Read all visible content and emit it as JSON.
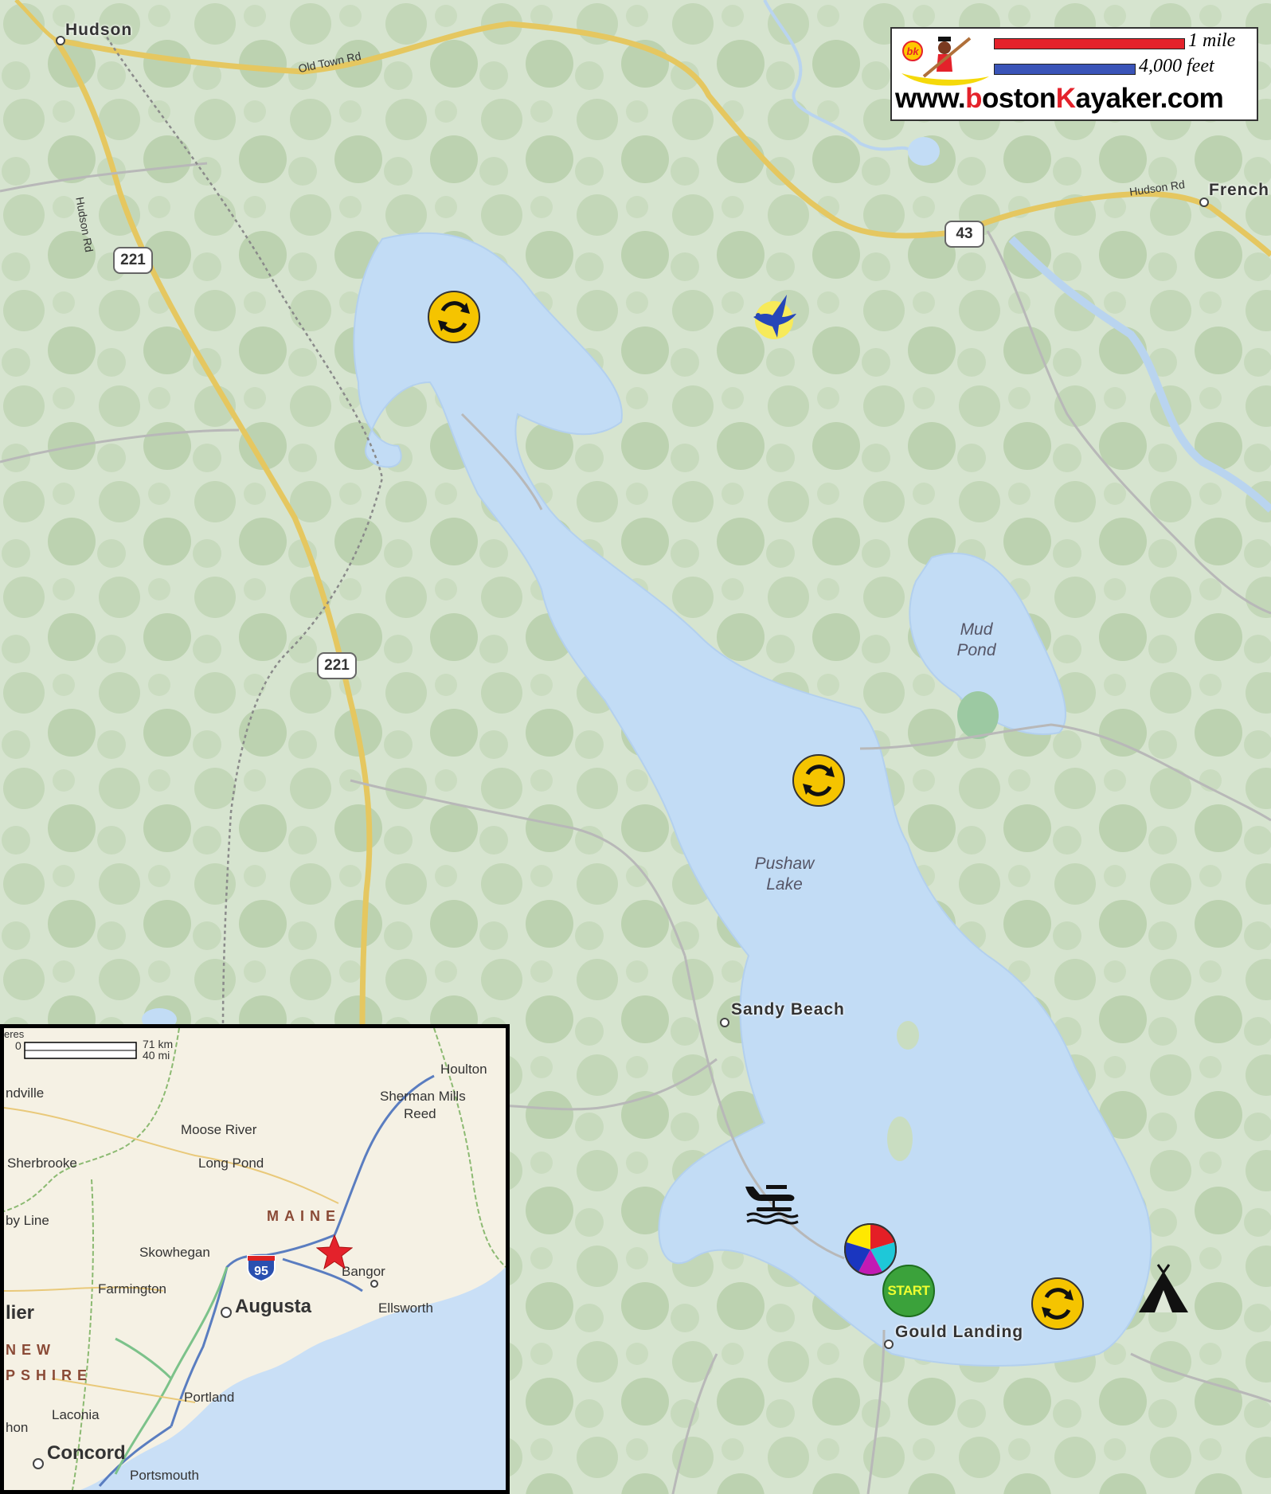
{
  "towns": {
    "hudson": "Hudson",
    "french": "French",
    "sandy_beach": "Sandy Beach",
    "gould_landing": "Gould Landing"
  },
  "roads": {
    "old_town_rd": "Old Town Rd",
    "hudson_rd_vertical": "Hudson Rd",
    "hudson_rd_east": "Hudson Rd",
    "shield_221_a": "221",
    "shield_221_b": "221",
    "shield_43": "43"
  },
  "lakes": {
    "mud_pond_line1": "Mud",
    "mud_pond_line2": "Pond",
    "pushaw_line1": "Pushaw",
    "pushaw_line2": "Lake"
  },
  "markers": {
    "start": "START",
    "icons": [
      "loop-icon",
      "loop-icon",
      "loop-icon",
      "bird-icon",
      "seaplane-icon",
      "beach-ball-icon",
      "campsite-icon"
    ]
  },
  "legend": {
    "scale_1": "1 mile",
    "scale_2": "4,000 feet",
    "url_part1": "www.",
    "url_b": "b",
    "url_part2": "oston",
    "url_k": "K",
    "url_part3": "ayaker.com",
    "logo_text": "bk",
    "colors": {
      "mile_bar": "#e4222b",
      "feet_bar": "#3a54b8"
    }
  },
  "inset": {
    "scale_km": "71 km",
    "scale_mi": "40 mi",
    "scale_zero": "0",
    "frag_top": "eres",
    "towns": {
      "houlton": "Houlton",
      "sherman_mills": "Sherman Mills",
      "reed": "Reed",
      "ndville": "ndville",
      "moose_river": "Moose River",
      "long_pond": "Long Pond",
      "sherbrooke": "Sherbrooke",
      "by_line": "by Line",
      "skowhegan": "Skowhegan",
      "farmington": "Farmington",
      "bangor": "Bangor",
      "ellsworth": "Ellsworth",
      "augusta": "Augusta",
      "lier": "lier",
      "portland": "Portland",
      "laconia": "Laconia",
      "hon": "hon",
      "concord": "Concord",
      "portsmouth": "Portsmouth"
    },
    "state_maine": "MAINE",
    "state_new": "NEW",
    "state_pshire": "PSHIRE",
    "interstate": "95"
  }
}
